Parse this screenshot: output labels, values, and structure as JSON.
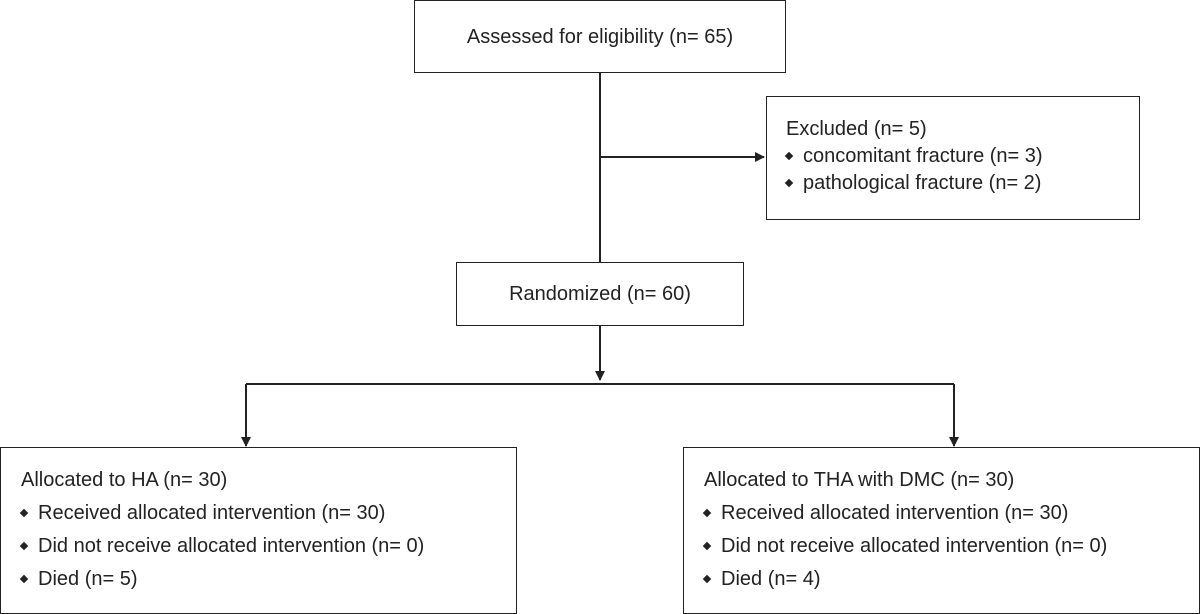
{
  "flowchart": {
    "assessed": {
      "label": "Assessed for eligibility (n= 65)"
    },
    "excluded": {
      "title": "Excluded  (n= 5)",
      "items": [
        "concomitant fracture (n= 3)",
        "pathological fracture (n= 2)"
      ]
    },
    "randomized": {
      "label": "Randomized (n= 60)"
    },
    "arm_ha": {
      "title": "Allocated to HA (n= 30)",
      "items": [
        "Received allocated intervention (n= 30)",
        "Did not receive allocated intervention (n= 0)",
        "Died (n= 5)"
      ]
    },
    "arm_tha": {
      "title": "Allocated to THA with DMC (n= 30)",
      "items": [
        "Received allocated intervention (n= 30)",
        "Did not receive allocated intervention (n= 0)",
        "Died (n= 4)"
      ]
    }
  },
  "colors": {
    "line": "#222222",
    "text": "#222222",
    "background": "#ffffff"
  }
}
